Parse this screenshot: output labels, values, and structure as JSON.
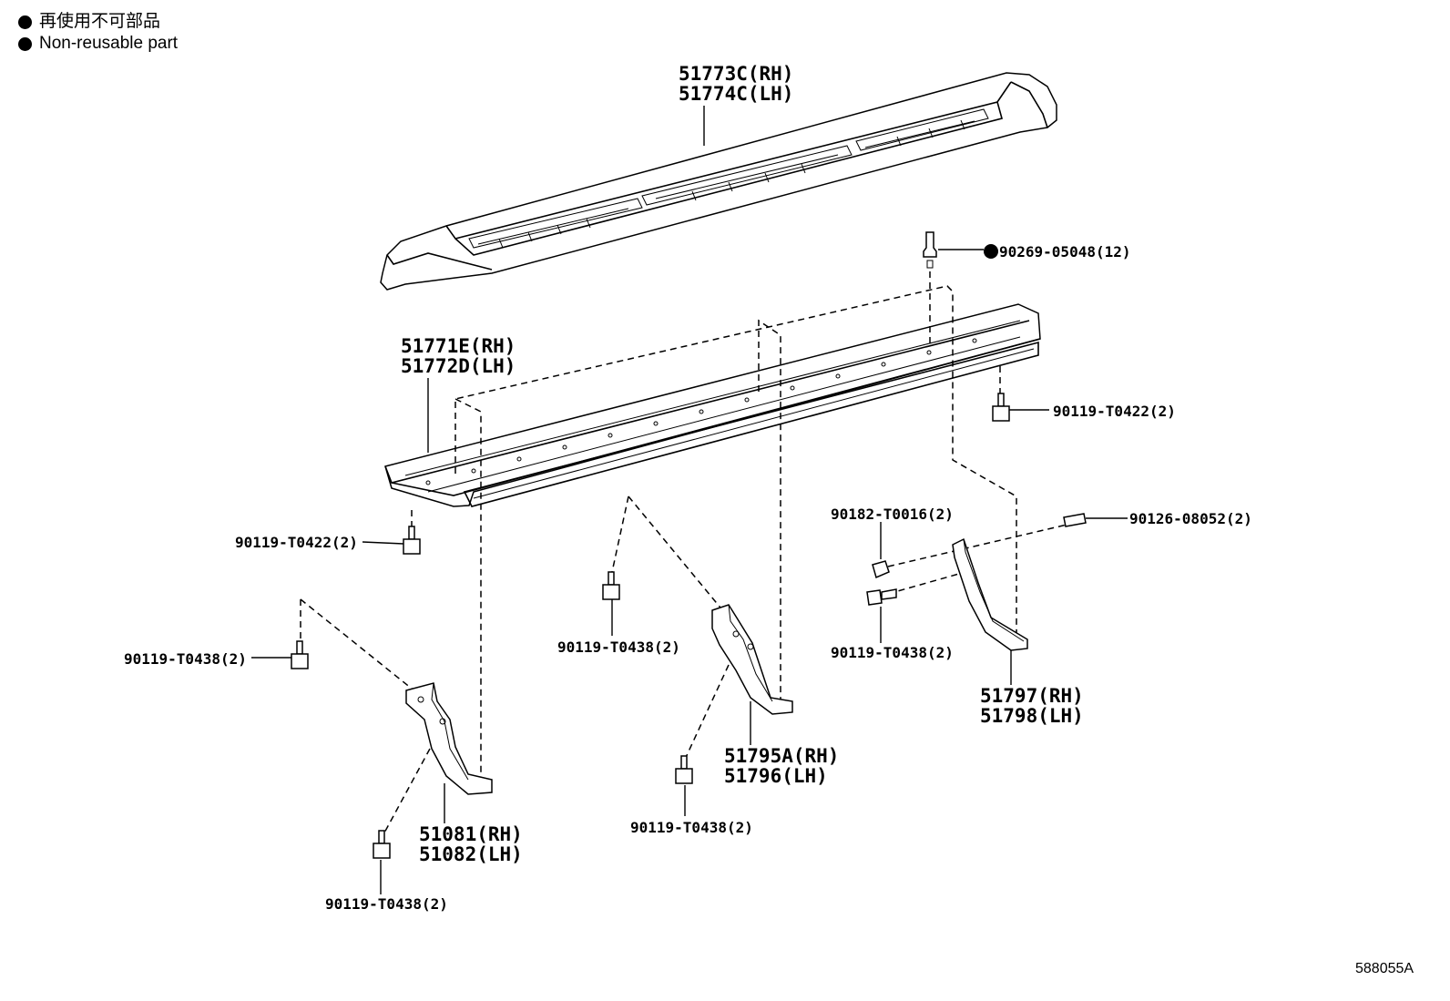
{
  "legend": {
    "jp": "再使用不可部品",
    "en": "Non-reusable part"
  },
  "labels": {
    "l51773c": "51773C(RH)",
    "l51774c": "51774C(LH)",
    "l90269": "90269-05048(12)",
    "l51771e": "51771E(RH)",
    "l51772d": "51772D(LH)",
    "l90119_right": "90119-T0422(2)",
    "l90119_left": "90119-T0422(2)",
    "l90182": "90182-T0016(2)",
    "l90126": "90126-08052(2)",
    "l90119_t0438_center": "90119-T0438(2)",
    "l90119_t0438_right": "90119-T0438(2)",
    "l90119_t0438_left": "90119-T0438(2)",
    "l90119_t0438_bcenter": "90119-T0438(2)",
    "l90119_t0438_bleft": "90119-T0438(2)",
    "l51797": "51797(RH)",
    "l51798": "51798(LH)",
    "l51795a": "51795A(RH)",
    "l51796": "51796(LH)",
    "l51081": "51081(RH)",
    "l51082": "51082(LH)"
  },
  "ref_code": "588055A"
}
